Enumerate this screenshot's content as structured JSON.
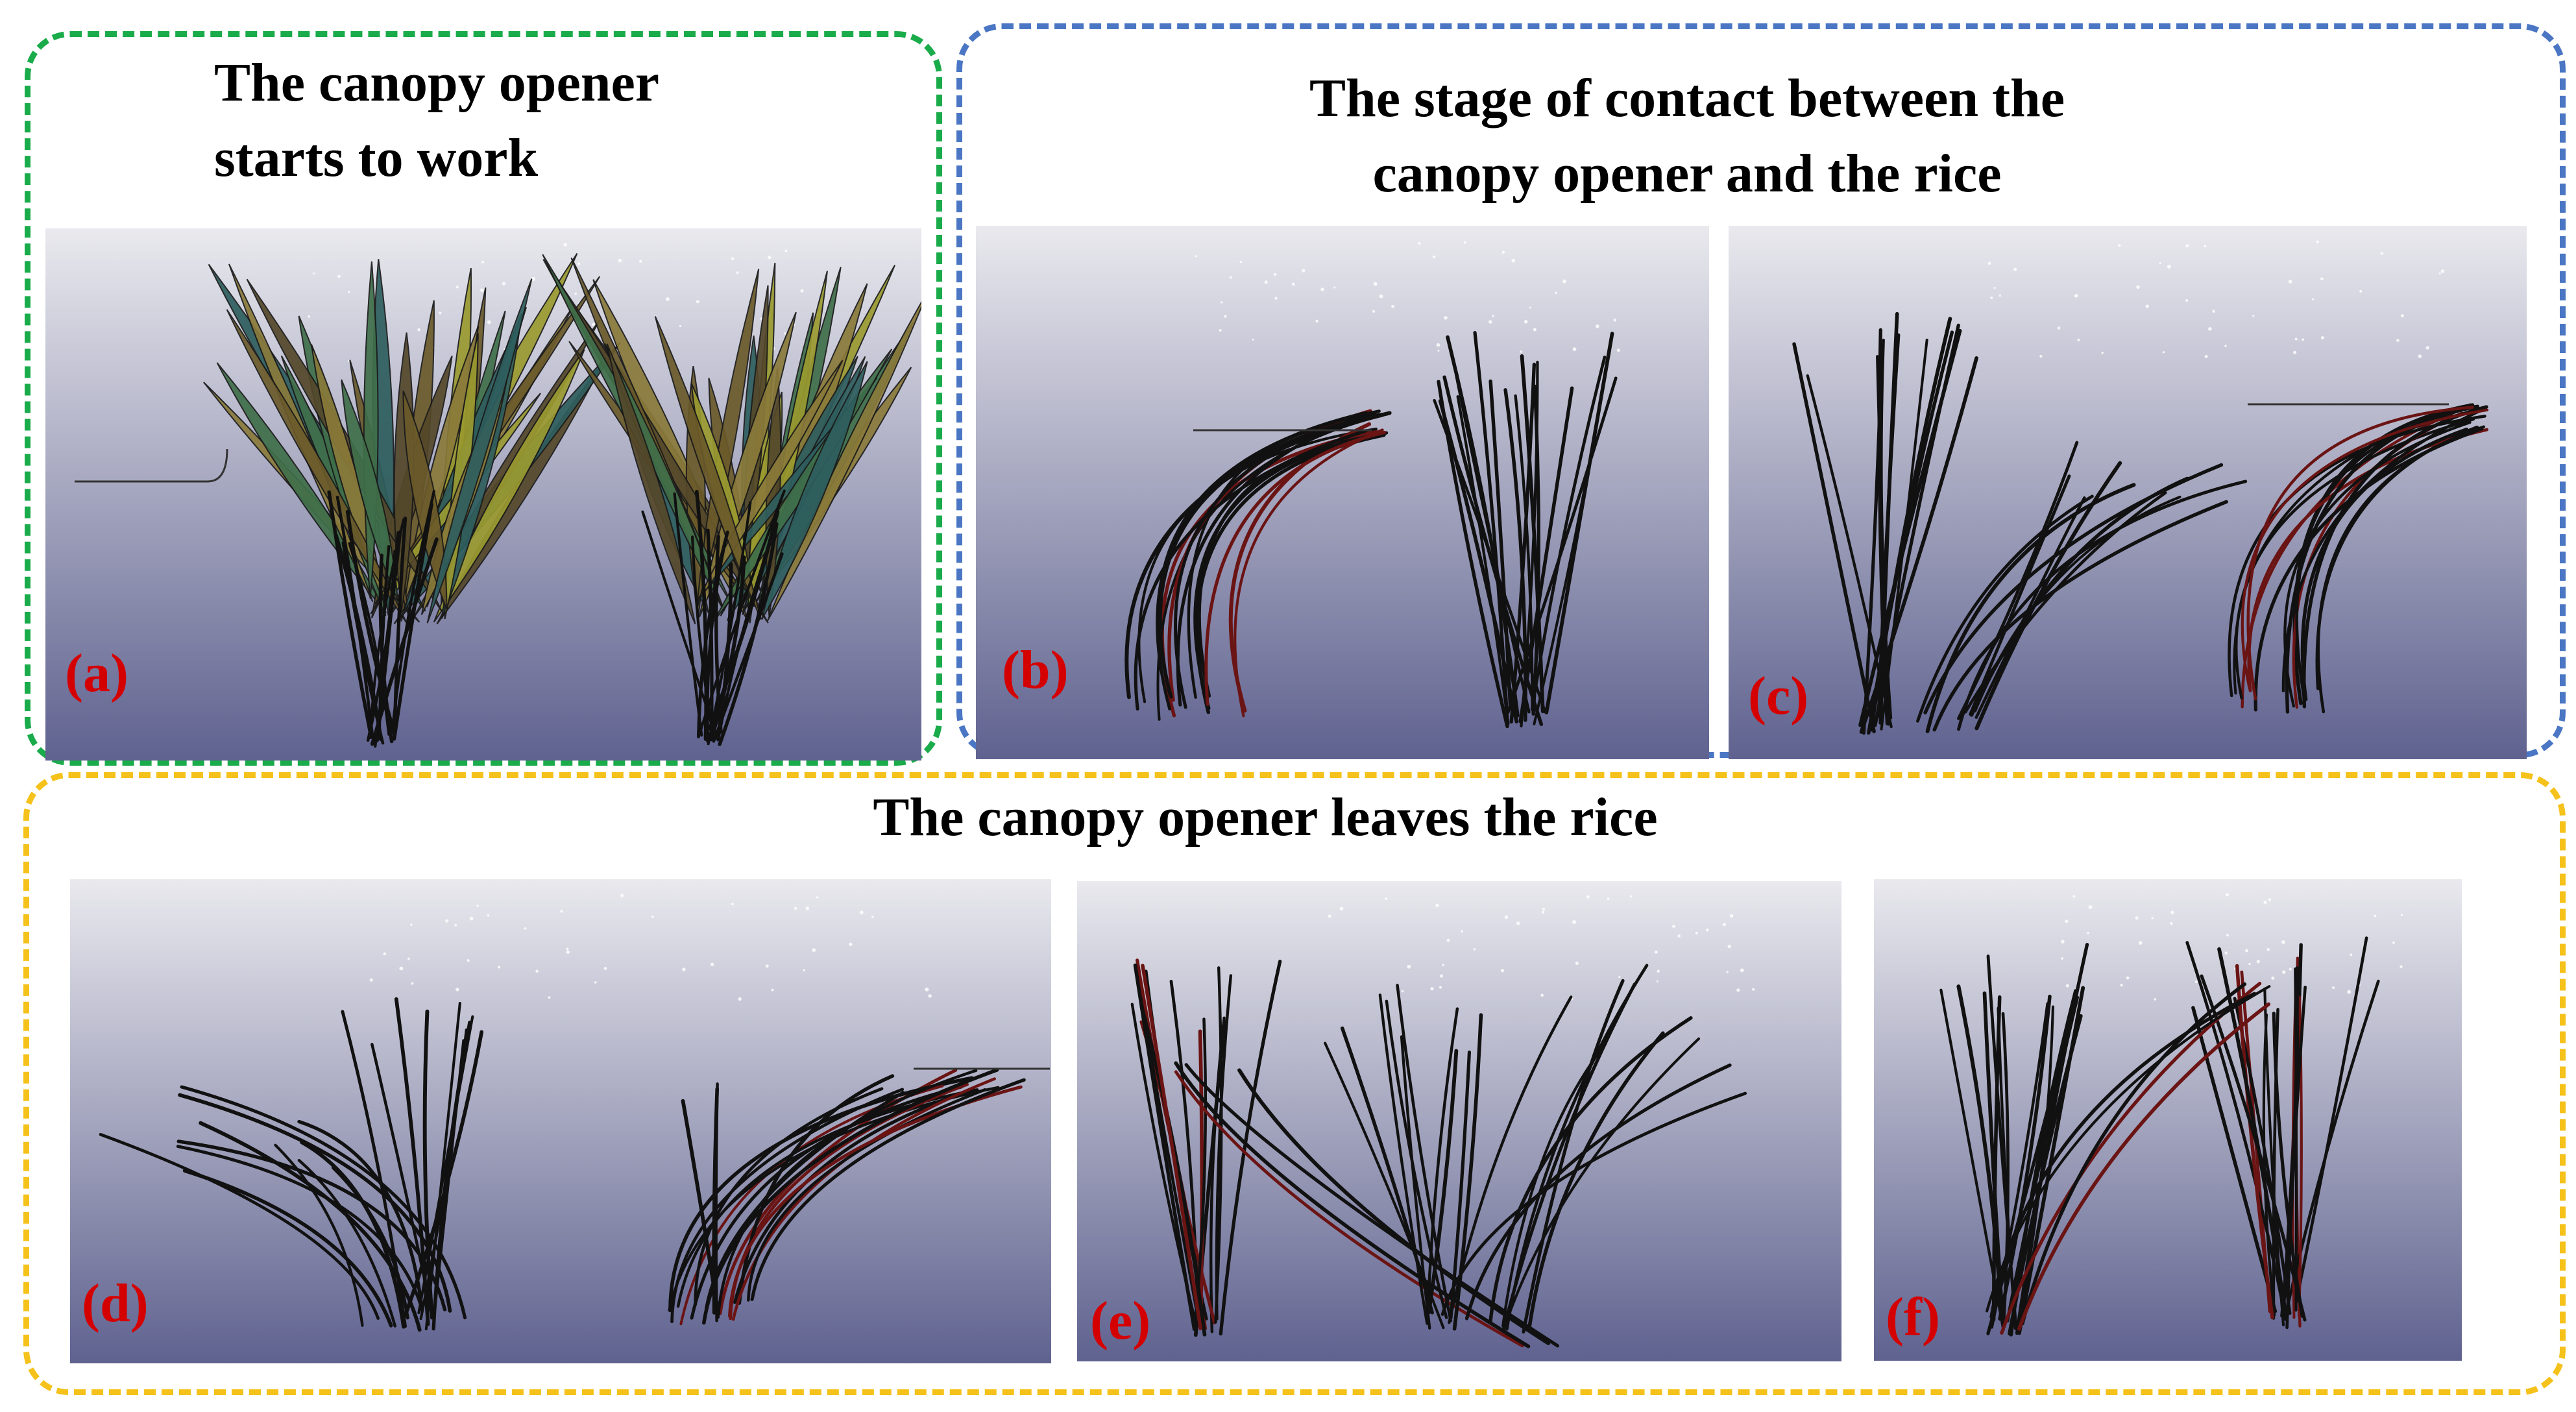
{
  "colors": {
    "green_group": "#1aab4b",
    "blue_group": "#4a76c4",
    "yellow_group": "#f5c21b",
    "label_red": "#d40000",
    "scene_top": "#e9e9ee",
    "scene_bottom": "#5f628f",
    "stem": "#111111",
    "stem_tint": "#6a1414",
    "tool_line": "#333333"
  },
  "groups": {
    "start": {
      "title": "The canopy opener\nstarts to work"
    },
    "contact": {
      "title": "The stage of contact between the\ncanopy opener and the rice"
    },
    "leave": {
      "title": "The canopy opener leaves the rice"
    }
  },
  "panels": [
    {
      "id": "a",
      "label": "(a)",
      "state": "canopy opener starts to work, rice upright with leaves"
    },
    {
      "id": "b",
      "label": "(b)",
      "state": "opener contacting first rice plant"
    },
    {
      "id": "c",
      "label": "(c)",
      "state": "opener contacting second rice plant"
    },
    {
      "id": "d",
      "label": "(d)",
      "state": "opener leaving, plants bent"
    },
    {
      "id": "e",
      "label": "(e)",
      "state": "plants rebounding"
    },
    {
      "id": "f",
      "label": "(f)",
      "state": "plants nearly upright"
    }
  ]
}
